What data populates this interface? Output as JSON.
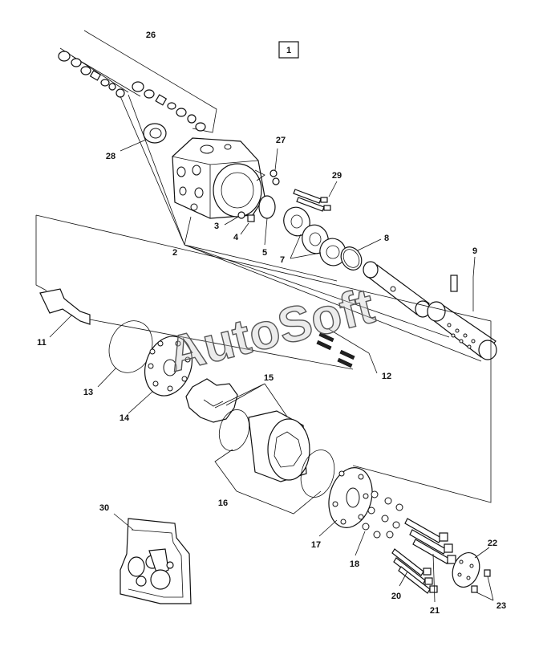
{
  "figure": {
    "ref_box": "1",
    "watermark": "AutoSoft"
  },
  "callouts": [
    {
      "id": "c26",
      "text": "26"
    },
    {
      "id": "c28",
      "text": "28"
    },
    {
      "id": "c27",
      "text": "27"
    },
    {
      "id": "c29",
      "text": "29"
    },
    {
      "id": "c3",
      "text": "3"
    },
    {
      "id": "c4",
      "text": "4"
    },
    {
      "id": "c5",
      "text": "5"
    },
    {
      "id": "c7",
      "text": "7"
    },
    {
      "id": "c8",
      "text": "8"
    },
    {
      "id": "c9",
      "text": "9"
    },
    {
      "id": "c2",
      "text": "2"
    },
    {
      "id": "c11",
      "text": "11"
    },
    {
      "id": "c12",
      "text": "12"
    },
    {
      "id": "c13",
      "text": "13"
    },
    {
      "id": "c14",
      "text": "14"
    },
    {
      "id": "c15",
      "text": "15"
    },
    {
      "id": "c16",
      "text": "16"
    },
    {
      "id": "c17",
      "text": "17"
    },
    {
      "id": "c18",
      "text": "18"
    },
    {
      "id": "c20",
      "text": "20"
    },
    {
      "id": "c21",
      "text": "21"
    },
    {
      "id": "c22",
      "text": "22"
    },
    {
      "id": "c23",
      "text": "23"
    },
    {
      "id": "c30",
      "text": "30"
    }
  ]
}
